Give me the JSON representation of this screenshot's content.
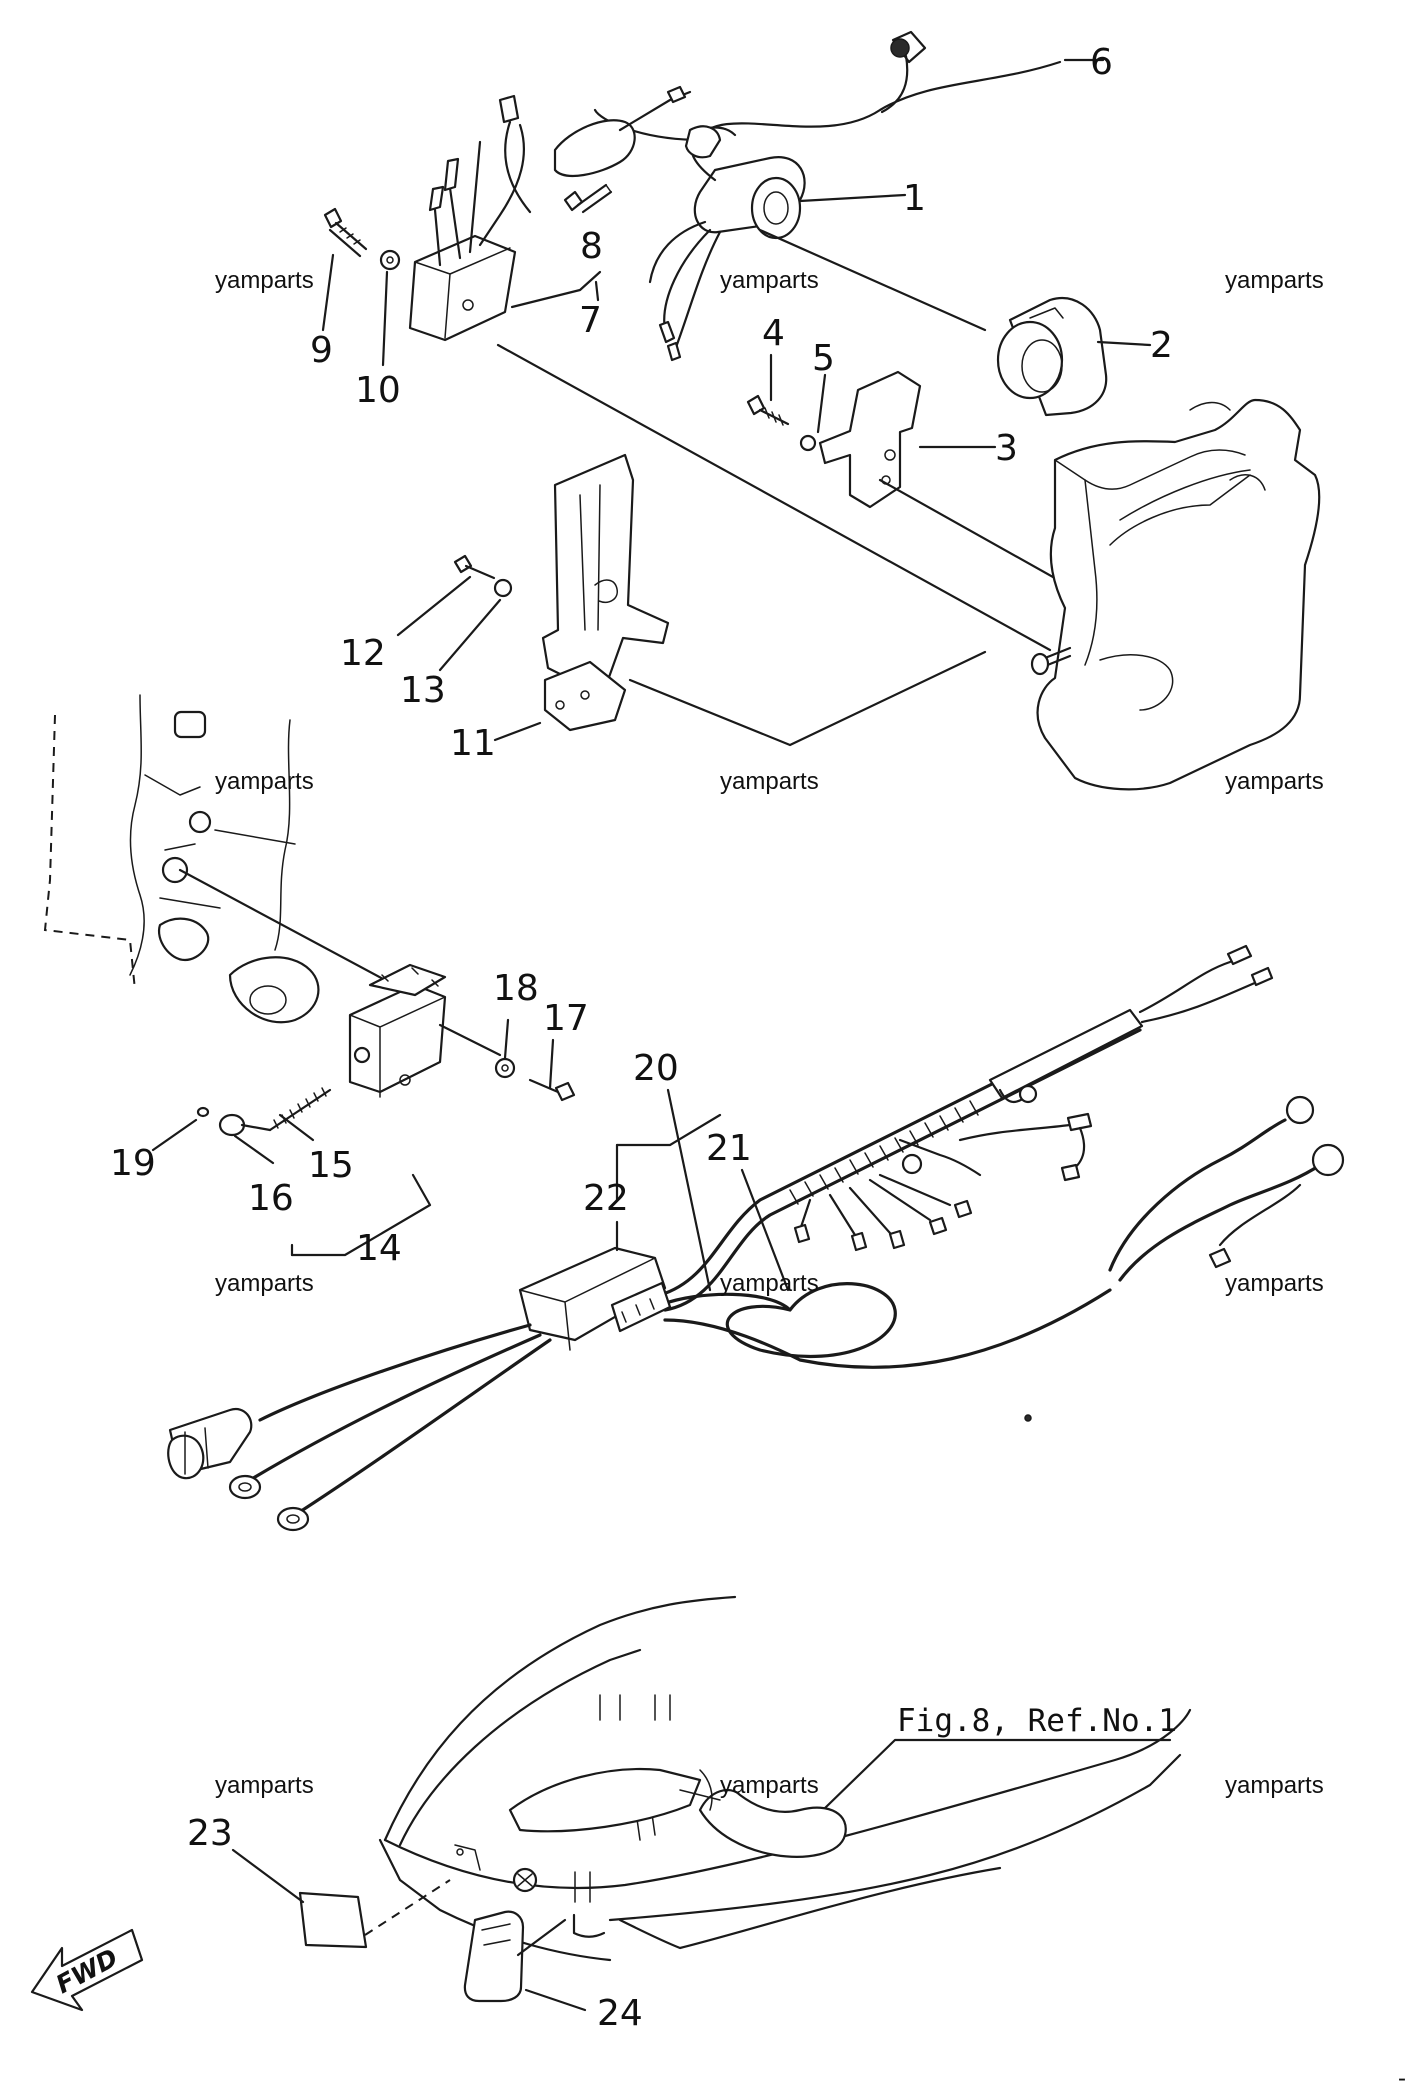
{
  "watermark": "yamparts",
  "callouts": [
    "1",
    "2",
    "3",
    "4",
    "5",
    "6",
    "7",
    "8",
    "9",
    "10",
    "11",
    "12",
    "13",
    "14",
    "15",
    "16",
    "17",
    "18",
    "19",
    "20",
    "21",
    "22",
    "23",
    "24"
  ],
  "reference_note": "Fig.8, Ref.No.1",
  "direction_arrow": "FWD",
  "corner_mark": "-",
  "colors": {
    "ink": "#1a1a1a",
    "paper": "#ffffff"
  }
}
